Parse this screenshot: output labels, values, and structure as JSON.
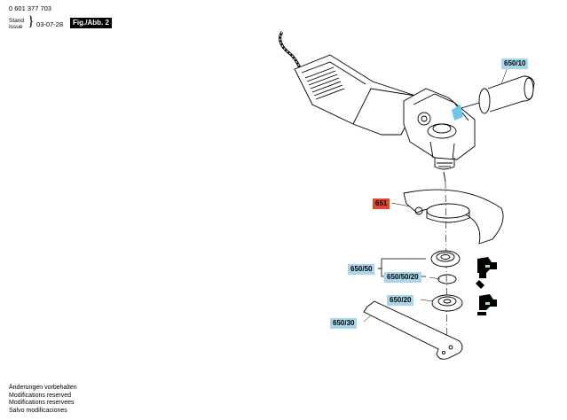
{
  "header": {
    "part_number": "0 601 377 703",
    "stand_label": "Stand",
    "issue_label": "Issue",
    "brace": "}",
    "date": "03-07-28",
    "figure_label": "Fig./Abb. 2"
  },
  "parts": [
    {
      "id": "650/10",
      "color": "#a7d7e8"
    },
    {
      "id": "651",
      "color": "#e04a2a"
    },
    {
      "id": "650/50",
      "color": "#a7d7e8"
    },
    {
      "id": "650/50/20",
      "color": "#a7d7e8"
    },
    {
      "id": "650/20",
      "color": "#a7d7e8"
    },
    {
      "id": "650/30",
      "color": "#a7d7e8"
    }
  ],
  "footer": {
    "notes": [
      "Änderungen vorbehalten",
      "Modifications reserved",
      "Modifications reservees",
      "Salvo modificaciones"
    ]
  },
  "colors": {
    "label_blue": "#a7d7e8",
    "label_red": "#e04a2a",
    "figure_bg": "#000000",
    "accent_cyan": "#6cc7e6"
  }
}
